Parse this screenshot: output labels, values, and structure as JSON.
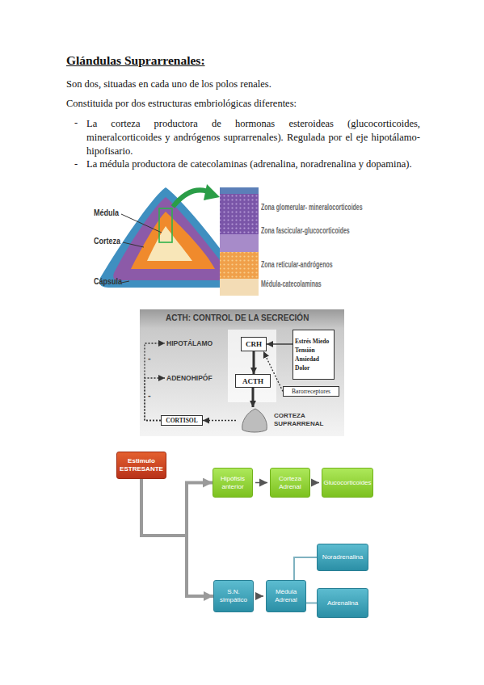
{
  "diagram": {
    "title": "Glándulas Suprarrenales:",
    "nodes": [
      {
        "text": [
          "HIPOTÁLAMO"
        ]
      },
      {
        "text": [
          "CRH"
        ]
      },
      {
        "text": [
          "Estrés Miedo Tensión Ansiedad Dolor"
        ]
      },
      {
        "text": [
          "ADENOHIPÓF"
        ]
      },
      {
        "text": [
          "ACTH"
        ]
      },
      {
        "text": [
          "Barorreceptores"
        ]
      },
      {
        "text": [
          "CORTISOL"
        ]
      },
      {
        "text": [
          "CORTEZA SUPRARRENAL"
        ]
      },
      {
        "text": [
          "Estimulo ESTRESANTE"
        ]
      },
      {
        "text": [
          "Hipófisis anterior"
        ]
      },
      {
        "text": [
          "Corteza Adrenal"
        ]
      },
      {
        "text": [
          "Glucocorticoides"
        ]
      },
      {
        "text": [
          "Noradrenalina"
        ]
      },
      {
        "text": [
          "S.N. simpático"
        ]
      },
      {
        "text": [
          "Médula Adrenal"
        ]
      },
      {
        "text": [
          "Adrenalina"
        ]
      }
    ],
    "edges": [
      {
        "from": 1,
        "to": 4,
        "arrow": "to"
      },
      {
        "from": 4,
        "to": 7,
        "arrow": "to"
      },
      {
        "from": 2,
        "to": 1,
        "arrow": "to"
      },
      {
        "from": 5,
        "to": 1,
        "arrow": "to"
      },
      {
        "from": 7,
        "to": 6,
        "arrow": "to"
      },
      {
        "from": 6,
        "to": 0,
        "arrow": "to"
      },
      {
        "from": 6,
        "to": 3,
        "arrow": "to"
      },
      {
        "from": 8,
        "to": 9,
        "arrow": "to"
      },
      {
        "from": 8,
        "to": 13,
        "arrow": "to"
      },
      {
        "from": 9,
        "to": 10,
        "arrow": "to"
      },
      {
        "from": 10,
        "to": 11,
        "arrow": "to"
      },
      {
        "from": 13,
        "to": 14,
        "arrow": "to"
      },
      {
        "from": 14,
        "to": 12,
        "arrow": "none"
      },
      {
        "from": 14,
        "to": 15,
        "arrow": "none"
      }
    ],
    "labels": [
      "Son dos, situadas en cada uno de los polos renales.",
      "Constituida por dos estructuras embriológicas diferentes:",
      "-",
      "La corteza productora de hormonas esteroideas (glucocorticoides, mineralcorticoides y andrógenos suprarrenales). Regulada por el eje hipotálamo-hipofisario.",
      "-",
      "La médula productora de catecolaminas (adrenalina, noradrenalina y dopamina).",
      "Médula",
      "Corteza",
      "Cápsula",
      "Zona glomerular- mineralocorticoides",
      "Zona fascicular-glucocorticoides",
      "Zona reticular-andrógenos",
      "Médula-catecolaminas",
      "ACTH: CONTROL DE LA SECRECIÓN",
      "-",
      "-"
    ]
  }
}
